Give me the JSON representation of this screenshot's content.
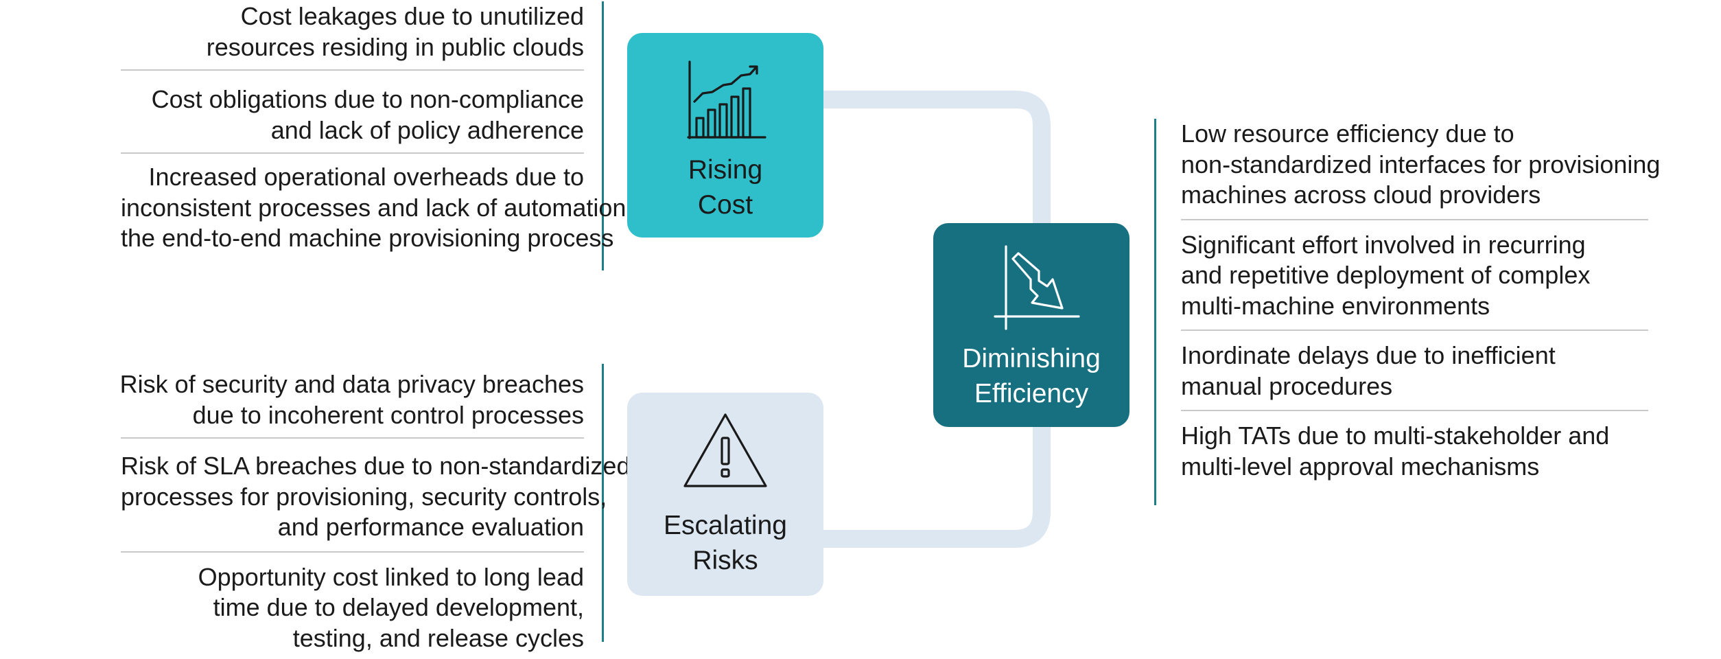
{
  "colors": {
    "teal_light": "#2fbfca",
    "teal_dark": "#177080",
    "pale_blue": "#dde7f1",
    "accent_line": "#1a7f86",
    "divider": "#c9c9c9"
  },
  "rising_cost": {
    "label_line1": "Rising",
    "label_line2": "Cost",
    "icon": "rising-bar-chart-icon",
    "items": [
      {
        "line1": "Cost leakages due to unutilized",
        "line2": "resources residing in public clouds"
      },
      {
        "line1": "Cost obligations due to non-compliance",
        "line2": "and lack of policy adherence"
      },
      {
        "line1": "Increased operational overheads due to",
        "line2": "inconsistent processes and lack of automation in",
        "line3": "the end-to-end machine provisioning process"
      }
    ]
  },
  "escalating_risks": {
    "label_line1": "Escalating",
    "label_line2": "Risks",
    "icon": "warning-icon",
    "items": [
      {
        "line1": "Risk of security and data privacy breaches",
        "line2": "due to incoherent control processes"
      },
      {
        "line1": "Risk of SLA breaches due to non-standardized",
        "line2": "processes for provisioning, security controls,",
        "line3": "and performance evaluation"
      },
      {
        "line1": "Opportunity cost linked to long lead",
        "line2": "time due to delayed development,",
        "line3": "testing, and release cycles"
      }
    ]
  },
  "diminishing_efficiency": {
    "label_line1": "Diminishing",
    "label_line2": "Efficiency",
    "icon": "declining-trend-icon",
    "items": [
      {
        "line1": "Low resource efficiency due to",
        "line2": "non-standardized interfaces for provisioning",
        "line3": "machines across cloud providers"
      },
      {
        "line1": "Significant effort involved in recurring",
        "line2": "and repetitive deployment of complex",
        "line3": "multi-machine environments"
      },
      {
        "line1": "Inordinate delays due to inefficient",
        "line2": "manual procedures"
      },
      {
        "line1": "High TATs due to multi-stakeholder and",
        "line2": "multi-level approval mechanisms"
      }
    ]
  }
}
